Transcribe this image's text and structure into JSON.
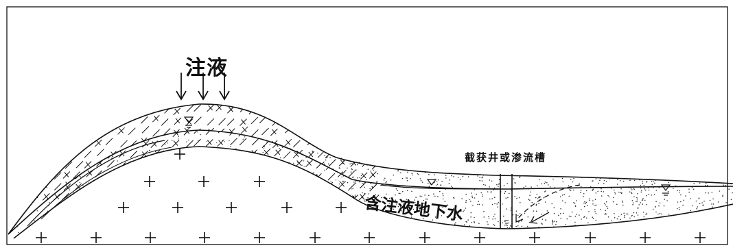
{
  "labels": {
    "injection": "注液",
    "capture_well": "截获井或渗流槽",
    "groundwater": "含注液地下水"
  },
  "colors": {
    "line": "#111111",
    "background": "#ffffff"
  },
  "symbols": {
    "granite": "+",
    "water_table": "▽"
  }
}
